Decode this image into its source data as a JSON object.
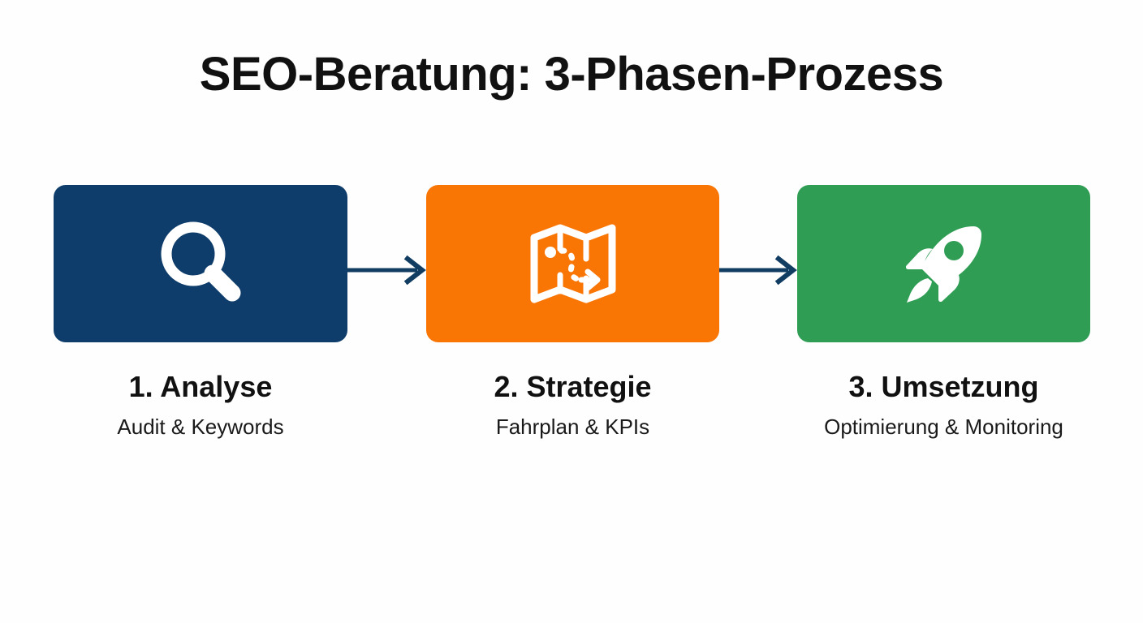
{
  "diagram": {
    "title": "SEO-Beratung: 3-Phasen-Prozess",
    "background_color": "#fefefe",
    "connector_color": "#123d63",
    "phases": [
      {
        "id": "analyse",
        "step_number": "1",
        "title": "1. Analyse",
        "subtitle": "Audit & Keywords",
        "icon": "magnifier-icon",
        "card_color": "#0f3d6b",
        "icon_color": "#ffffff"
      },
      {
        "id": "strategie",
        "step_number": "2",
        "title": "2. Strategie",
        "subtitle": "Fahrplan & KPIs",
        "icon": "map-route-icon",
        "card_color": "#f97605",
        "icon_color": "#ffffff"
      },
      {
        "id": "umsetzung",
        "step_number": "3",
        "title": "3. Umsetzung",
        "subtitle": "Optimierung & Monitoring",
        "icon": "rocket-icon",
        "card_color": "#2f9e54",
        "icon_color": "#ffffff"
      }
    ],
    "connectors": [
      {
        "id": "arrow-1",
        "from": "analyse",
        "to": "strategie",
        "style": "arrow-right"
      },
      {
        "id": "arrow-2",
        "from": "strategie",
        "to": "umsetzung",
        "style": "arrow-right"
      }
    ]
  }
}
